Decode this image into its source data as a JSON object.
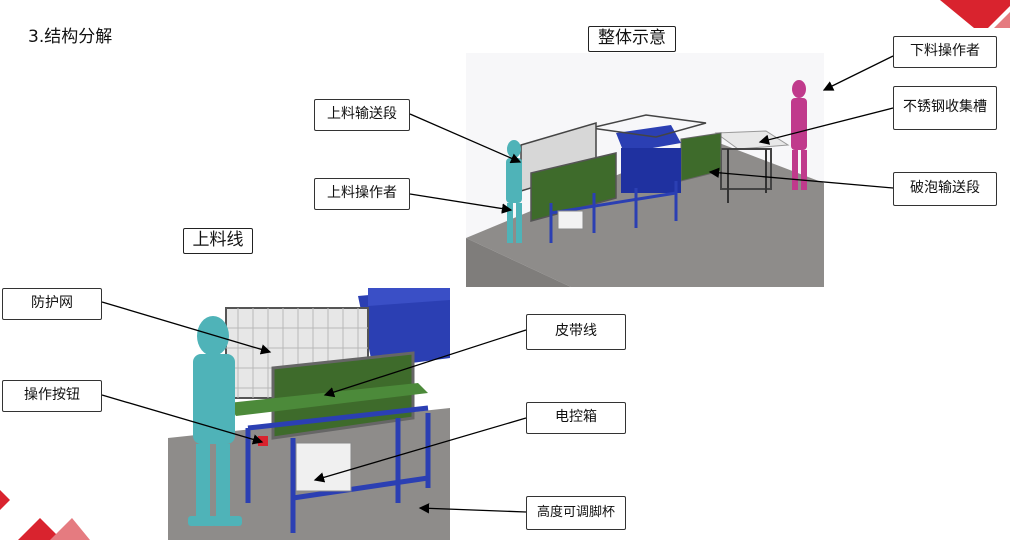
{
  "section_title": "3.结构分解",
  "overview_title": "整体示意",
  "line_title": "上料线",
  "labels": {
    "xialiao_operator": "下料操作者",
    "stainless_tank": "不锈钢收集槽",
    "feed_conveyor": "上料输送段",
    "feed_operator": "上料操作者",
    "foam_conveyor": "破泡输送段",
    "guard_net": "防护网",
    "belt_line": "皮带线",
    "op_button": "操作按钮",
    "control_box": "电控箱",
    "adjustable_foot": "高度可调脚杯"
  },
  "colors": {
    "accent_red": "#d9232e",
    "frame_blue": "#2b3fb3",
    "figure_cyan": "#4fb3b8",
    "figure_magenta": "#c03a8c",
    "mesh_green": "#3e6b2b",
    "floor_gray": "#8e8c8a"
  }
}
